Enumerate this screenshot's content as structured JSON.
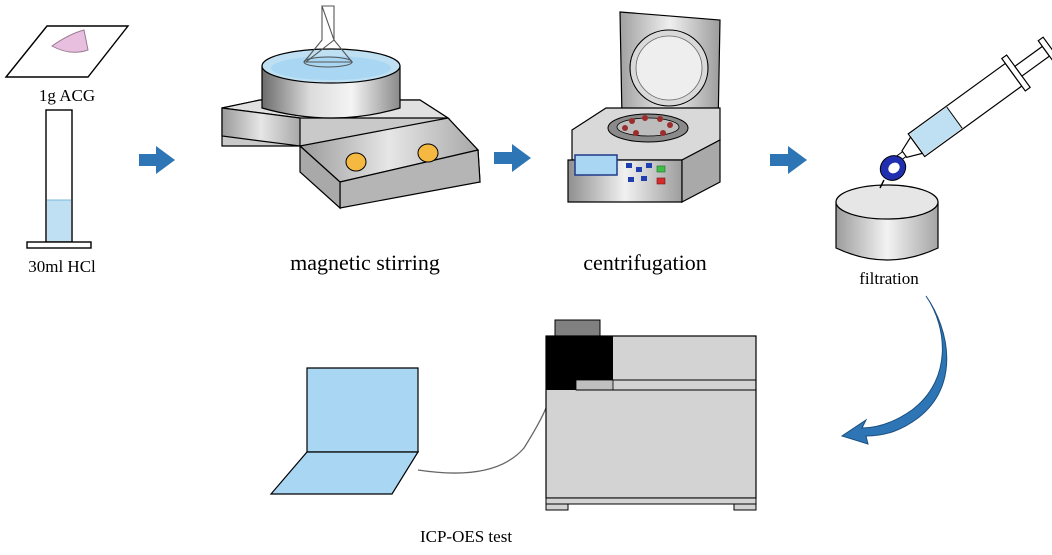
{
  "labels": {
    "acg": "1g ACG",
    "hcl": "30ml HCl",
    "stirring": "magnetic stirring",
    "centrifugation": "centrifugation",
    "filtration": "filtration",
    "icp": "ICP-OES test"
  },
  "colors": {
    "arrow_blue": "#2e75b6",
    "liquid_blue": "#bfe0f2",
    "screen_blue": "#a9d7f3",
    "knob_orange": "#f5b942",
    "machine_gray": "#d3d3d3",
    "dark_gray": "#808080",
    "black": "#000000",
    "pink": "#e9bfe0",
    "filter_blue": "#1f2fb0"
  },
  "icons": [
    "flow-arrow-icon",
    "curved-arrow-icon"
  ]
}
